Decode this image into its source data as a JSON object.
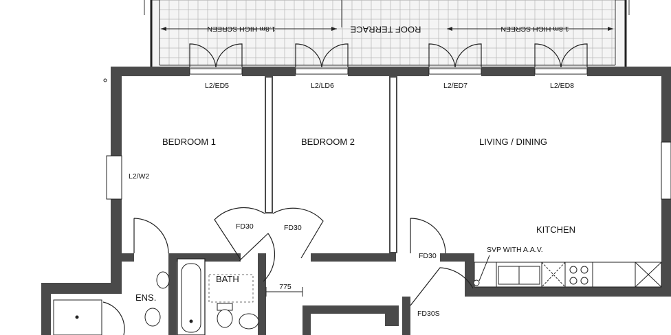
{
  "plan": {
    "roof_terrace": "ROOF TERRACE",
    "screen_left": "1.8m HIGH SCREEN",
    "screen_right": "1.8m HIGH SCREEN",
    "rooms": {
      "bedroom1": "BEDROOM 1",
      "bedroom2": "BEDROOM 2",
      "living": "LIVING / DINING",
      "kitchen": "KITCHEN",
      "bath": "BATH",
      "ens": "ENS."
    },
    "doors": {
      "ed5": "L2/ED5",
      "ed6": "L2/LD6",
      "ed7": "L2/ED7",
      "ed8": "L2/ED8",
      "w2": "L2/W2",
      "fd30_a": "FD30",
      "fd30_b": "FD30",
      "fd30_c": "FD30",
      "fd30s": "FD30S"
    },
    "svp": "SVP WITH A.A.V.",
    "dimension": "775"
  }
}
